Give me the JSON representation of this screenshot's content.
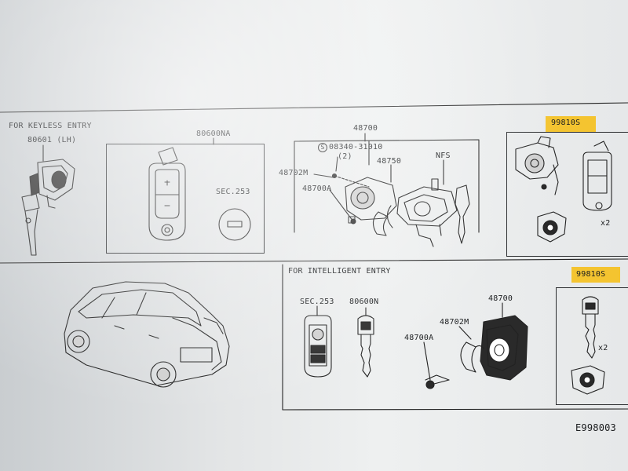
{
  "diagram": {
    "keyless_section": {
      "title": "FOR KEYLESS ENTRY",
      "part_80601": "80601 (LH)",
      "part_80600NA": "80600NA",
      "sec_253": "SEC.253",
      "part_48700": "48700",
      "bolt_label": "08340-31010",
      "bolt_qty": "(2)",
      "part_48750": "48750",
      "part_48702M": "48702M",
      "part_48700A": "48700A",
      "nfs": "NFS",
      "kit_99810S": "99810S",
      "qty_x2": "x2"
    },
    "intelligent_section": {
      "title": "FOR INTELLIGENT ENTRY",
      "sec_253": "SEC.253",
      "part_80600N": "80600N",
      "part_48700": "48700",
      "part_48702M": "48702M",
      "part_48700A": "48700A",
      "kit_99810S": "99810S",
      "qty_x2": "x2"
    },
    "figure_id": "E998003",
    "colors": {
      "highlight": "#f4c430",
      "line": "#222222",
      "paper": "#f2f3f3"
    }
  }
}
